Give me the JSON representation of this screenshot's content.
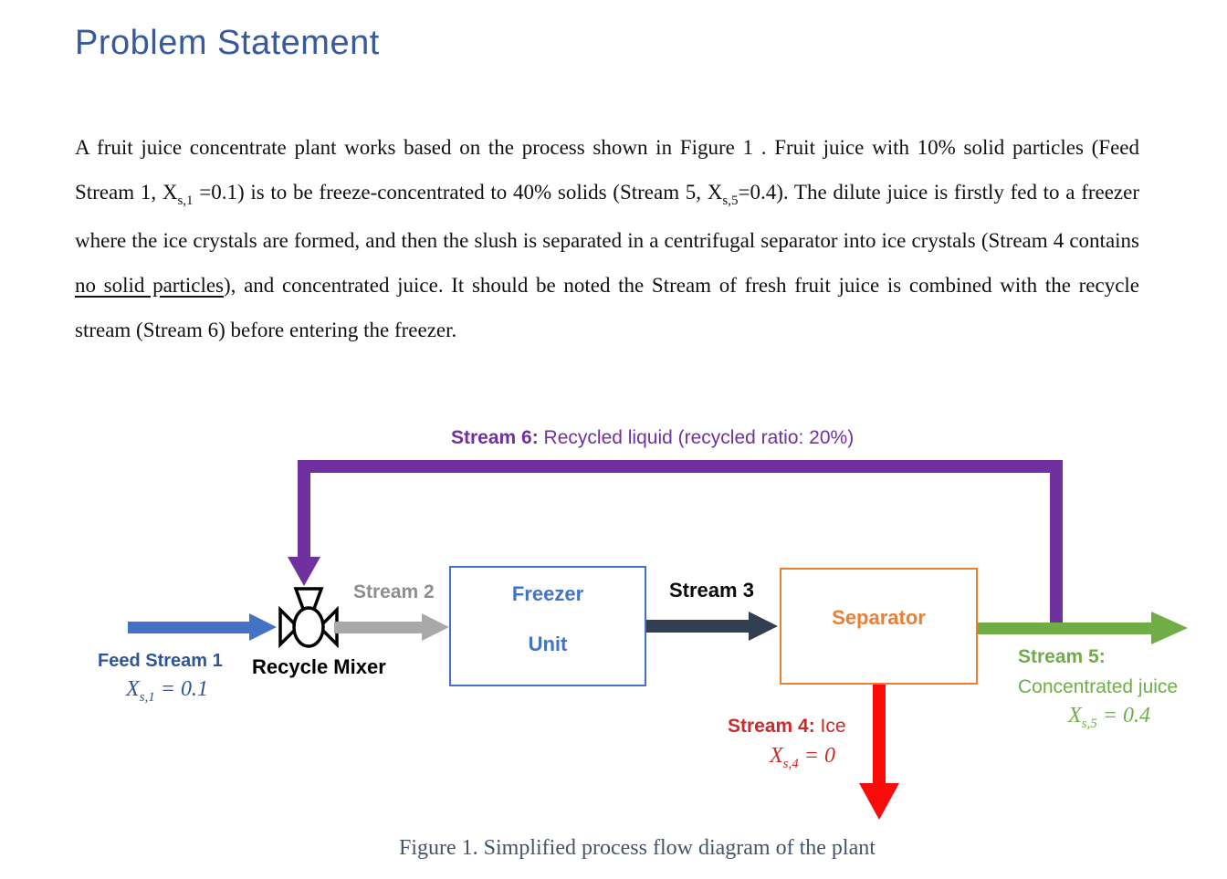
{
  "title": "Problem Statement",
  "paragraph": {
    "seg1": "A fruit juice concentrate plant works based on the process shown in Figure 1 . Fruit juice with 10% solid particles (Feed Stream 1, X",
    "sub1": "s,1",
    "seg2": " =0.1) is to be freeze-concentrated to 40% solids (Stream 5, X",
    "sub2": "s,5",
    "seg3": "=0.4). The dilute juice is firstly fed to a freezer where the ice crystals are formed, and then the slush is separated in a centrifugal separator into ice crystals (Stream 4 contains ",
    "underlined": "no solid particles",
    "seg4": "), and concentrated juice. It should be noted the Stream of fresh fruit juice is combined with the recycle stream (Stream 6) before entering the freezer."
  },
  "diagram": {
    "stream6": {
      "bold": "Stream 6:",
      "text": " Recycled liquid (recycled ratio: 20%)"
    },
    "feed": {
      "label": "Feed Stream 1",
      "var": "X",
      "var_sub": "s,1",
      "var_eq": " = 0.1"
    },
    "mixer_label": "Recycle Mixer",
    "stream2_label": "Stream 2",
    "freezer_line1": "Freezer",
    "freezer_line2": "Unit",
    "stream3_label": "Stream 3",
    "separator_label": "Separator",
    "stream4": {
      "bold": "Stream 4:",
      "text": " Ice",
      "var": "X",
      "var_sub": "s,4",
      "var_eq": " = 0"
    },
    "stream5": {
      "bold": "Stream 5:",
      "line2": "Concentrated juice",
      "var": "X",
      "var_sub": "s,5",
      "var_eq": " = 0.4"
    },
    "colors": {
      "title_blue": "#365a9e",
      "stream6_purple": "#7030a0",
      "feed_arrow_blue": "#4472c4",
      "feed_text_blue": "#2f5597",
      "stream2_gray": "#a8a8a8",
      "stream3_navy": "#323f50",
      "freezer_blue": "#4472c4",
      "separator_orange": "#ed7d31",
      "stream5_green": "#70ad47",
      "stream4_red": "#fb0a0a",
      "stream4_text_red": "#d02828",
      "caption_slate": "#44546a"
    }
  },
  "caption": "Figure 1. Simplified process flow diagram of the plant"
}
